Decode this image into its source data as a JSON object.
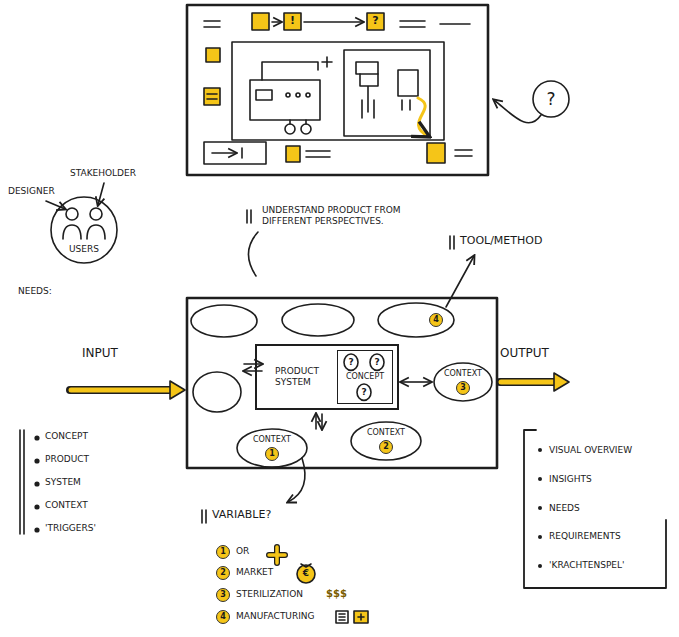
{
  "diagram": {
    "nodes": [
      {
        "text": [
          "?"
        ]
      },
      {
        "text": [
          "USERS"
        ]
      },
      {
        "text": [
          "4"
        ]
      },
      {
        "text": [
          "PRODUCT SYSTEM"
        ]
      },
      {
        "text": [
          "CONCEPT"
        ],
        "in": 3
      },
      {
        "text": [
          "?"
        ],
        "in": 4
      },
      {
        "text": [
          "?"
        ],
        "in": 4
      },
      {
        "text": [
          "?"
        ],
        "in": 4
      },
      {
        "text": [
          "CONTEXT",
          "3"
        ]
      },
      {
        "text": [
          "CONTEXT",
          "1"
        ]
      },
      {
        "text": [
          "CONTEXT",
          "2"
        ]
      },
      {
        "text": [
          "VISUAL OVERVIEW",
          "INSIGHTS",
          "NEEDS",
          "REQUIREMENTS",
          "'KRACHTENSPEL'"
        ]
      }
    ],
    "edges": [
      {
        "from": 3,
        "to": 8,
        "arrow": "both"
      }
    ],
    "labels": [
      "!",
      "?",
      "STAKEHOLDER",
      "DESIGNER",
      "UNDERSTAND PRODUCT FROM DIFFERENT PERSPECTIVES.",
      "TOOL/METHOD",
      "NEEDS:",
      "INPUT",
      "OUTPUT",
      "CONCEPT",
      "PRODUCT",
      "SYSTEM",
      "CONTEXT",
      "'TRIGGERS'",
      "VARIABLE?",
      "1",
      "OR",
      "2",
      "MARKET",
      "€",
      "3",
      "STERILIZATION",
      "$$$",
      "4",
      "MANUFACTURING"
    ]
  }
}
